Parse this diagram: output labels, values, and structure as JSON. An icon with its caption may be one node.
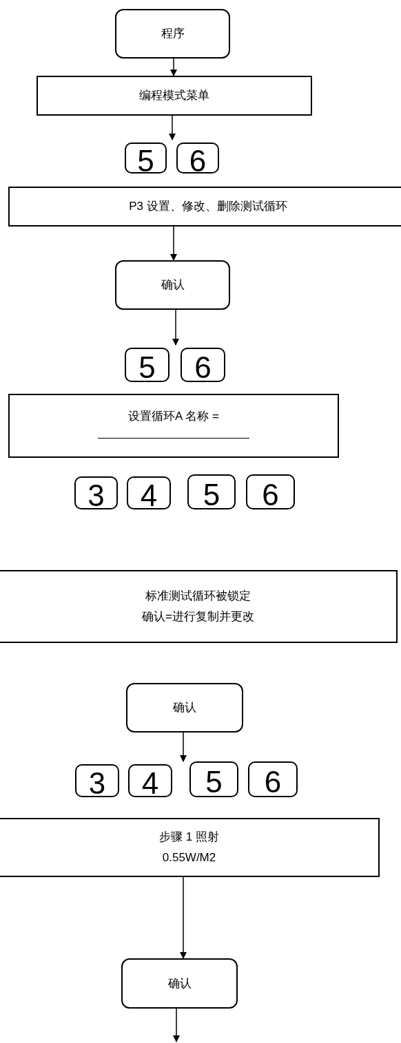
{
  "diagram": {
    "nodes": [
      {
        "text": [
          "程序"
        ]
      },
      {
        "text": [
          "编程模式菜单"
        ]
      },
      {
        "text": [
          "5"
        ]
      },
      {
        "text": [
          "6"
        ]
      },
      {
        "text": [
          "P3 设置、修改、删除测试循环"
        ]
      },
      {
        "text": [
          "确认"
        ]
      },
      {
        "text": [
          "5"
        ]
      },
      {
        "text": [
          "6"
        ]
      },
      {
        "text": [
          "设置循环A 名称 ="
        ]
      },
      {
        "text": [
          "3"
        ]
      },
      {
        "text": [
          "4"
        ]
      },
      {
        "text": [
          "5"
        ]
      },
      {
        "text": [
          "6"
        ]
      },
      {
        "text": [
          "标准测试循环被锁定",
          "确认=进行复制并更改"
        ]
      },
      {
        "text": [
          "确认"
        ]
      },
      {
        "text": [
          "3"
        ]
      },
      {
        "text": [
          "4"
        ]
      },
      {
        "text": [
          "5"
        ]
      },
      {
        "text": [
          "6"
        ]
      },
      {
        "text": [
          "步骤 1 照射",
          "0.55W/M2"
        ]
      },
      {
        "text": [
          "确认"
        ]
      }
    ],
    "edges": [
      {
        "from": 0,
        "to": 1,
        "arrow": "to"
      },
      {
        "from": 1,
        "to": 2,
        "arrow": "to"
      },
      {
        "from": 4,
        "to": 5,
        "arrow": "to"
      },
      {
        "from": 5,
        "to": 6,
        "arrow": "to"
      },
      {
        "from": 14,
        "to": 16,
        "arrow": "to"
      },
      {
        "from": 19,
        "to": 20,
        "arrow": "to"
      },
      {
        "from": 20,
        "to": null,
        "arrow": "to"
      }
    ]
  }
}
